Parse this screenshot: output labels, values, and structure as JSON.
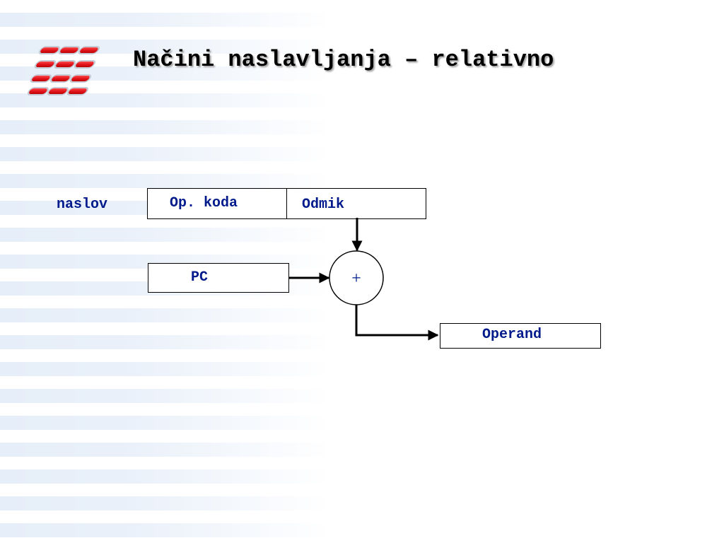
{
  "title": "Načini naslavljanja – relativno",
  "logo_icon": "red-stripes-logo-icon",
  "diagram": {
    "address_label": "naslov",
    "instruction_fields": [
      "Op. koda",
      "Odmik"
    ],
    "register": "PC",
    "adder_symbol": "+",
    "result": "Operand"
  },
  "colors": {
    "label_text": "#001a8c",
    "logo_red": "#e3141b",
    "stripe": "#e6eef9"
  }
}
